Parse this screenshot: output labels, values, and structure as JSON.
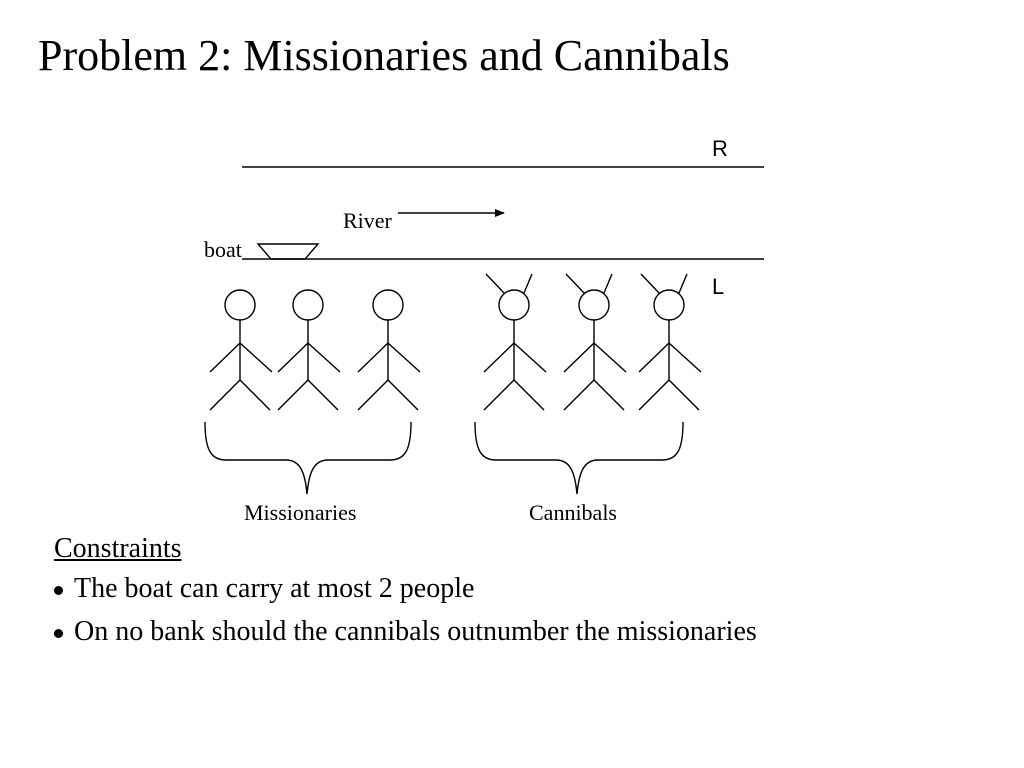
{
  "slide": {
    "title": "Problem 2: Missionaries and Cannibals"
  },
  "diagram": {
    "bank_top_label": "R",
    "bank_bottom_label": "L",
    "river_label": "River",
    "boat_label": "boat",
    "groups": [
      {
        "name": "Missionaries",
        "count": 3,
        "figure": "stick-figure-arms-down"
      },
      {
        "name": "Cannibals",
        "count": 3,
        "figure": "stick-figure-arms-raised"
      }
    ]
  },
  "constraints": {
    "heading": "Constraints",
    "items": [
      "The boat can carry at most 2 people",
      "On no bank should the cannibals outnumber the missionaries"
    ]
  }
}
